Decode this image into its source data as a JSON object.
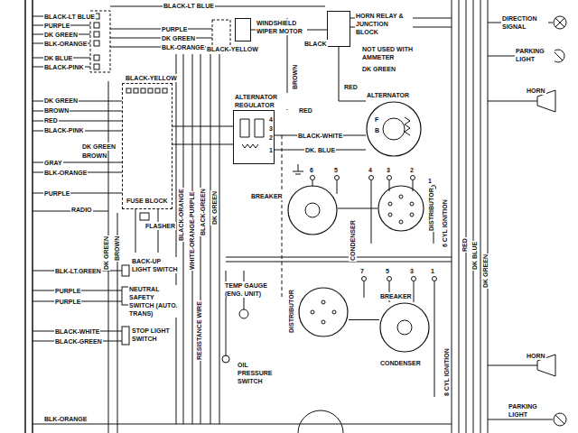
{
  "diagram": {
    "nodes": [
      {
        "text": [
          "HORN RELAY & JUNCTION BLOCK"
        ]
      },
      {
        "text": [
          "WINDSHIELD WIPER MOTOR"
        ]
      },
      {
        "text": [
          "ALTERNATOR REGULATOR"
        ]
      },
      {
        "text": [
          "ALTERNATOR"
        ]
      },
      {
        "text": [
          "FUSE BLOCK"
        ]
      },
      {
        "text": [
          "BREAKER"
        ]
      },
      {
        "text": [
          "DISTRIBUTOR"
        ]
      },
      {
        "text": [
          "DISTRIBUTOR"
        ]
      },
      {
        "text": [
          "BREAKER"
        ]
      }
    ],
    "edges": [
      {
        "from": 2,
        "to": 3,
        "arrow": "none",
        "label": "BLACK-WHITE"
      },
      {
        "from": 2,
        "to": 3,
        "arrow": "none",
        "label": "DK. BLUE"
      },
      {
        "from": 5,
        "to": 6,
        "arrow": "none"
      },
      {
        "from": 8,
        "to": 7,
        "arrow": "none"
      }
    ],
    "labels": [
      "BLACK-LT BLUE",
      "PURPLE",
      "DK GREEN",
      "BLK-ORANGE",
      "DK BLUE",
      "BLACK-PINK",
      "BLACK-LT BLUE",
      "PURPLE",
      "DK GREEN",
      "BLK-ORANGE",
      "BLACK-YELLOW",
      "BLACK",
      "NOT USED WITH AMMETER",
      "DK GREEN",
      "RED",
      "BROWN",
      "BLACK-YELLOW",
      "DK GREEN",
      "BROWN",
      "RED",
      "BLACK-PINK",
      "DK GREEN",
      "BROWN",
      "GRAY",
      "BLK-ORANGE",
      "PURPLE",
      "RADIO",
      "FLASHER",
      "DK GREEN",
      "BROWN",
      "RED",
      "4",
      "3",
      "2",
      "1",
      "F",
      "B",
      "6",
      "5",
      "4",
      "3",
      "2",
      "1",
      "CONDENSER",
      "6 CYL IGNITION",
      "BLACK-ORANGE",
      "WHITE-ORANGE-PURPLE",
      "BLACK-GREEN",
      "DK GREEN",
      "RESISTANCE WIRE",
      "DK GREEN",
      "DK BLUE",
      "RED",
      "BACK-UP LIGHT SWITCH",
      "BLK-LT.GREEN",
      "PURPLE",
      "PURPLE",
      "NEUTRAL SAFETY SWITCH (AUTO. TRANS)",
      "BLACK-WHITE",
      "BLACK-GREEN",
      "STOP LIGHT SWITCH",
      "BLK-ORANGE",
      "TEMP GAUGE (ENG. UNIT)",
      "OIL PRESSURE SWITCH",
      "7",
      "5",
      "3",
      "1",
      "CONDENSER",
      "8 CYL IGNITION",
      "DIRECTION SIGNAL",
      "PARKING LIGHT",
      "HORN",
      "HORN",
      "PARKING LIGHT"
    ]
  }
}
